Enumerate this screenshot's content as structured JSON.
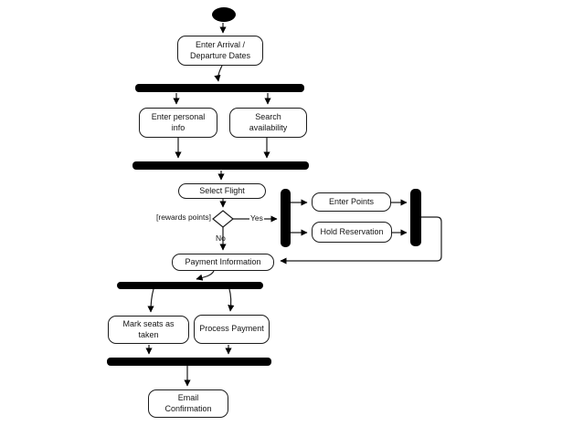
{
  "diagram": {
    "type": "uml-activity",
    "background_color": "#ffffff",
    "stroke_color": "#1c1c1c",
    "bar_color": "#000000",
    "node_fill_color": "#ffffff",
    "actions": {
      "enter_dates": "Enter Arrival /\nDeparture Dates",
      "enter_personal_info": "Enter personal\ninfo",
      "search_availability": "Search\navailability",
      "select_flight": "Select Flight",
      "enter_points": "Enter Points",
      "hold_reservation": "Hold Reservation",
      "payment_information": "Payment Information",
      "mark_seats_as_taken": "Mark seats as\ntaken",
      "process_payment": "Process Payment",
      "email_confirmation": "Email\nConfirmation"
    },
    "decision": {
      "guard_label": "[rewards points]",
      "yes_label": "Yes",
      "no_label": "No"
    }
  }
}
